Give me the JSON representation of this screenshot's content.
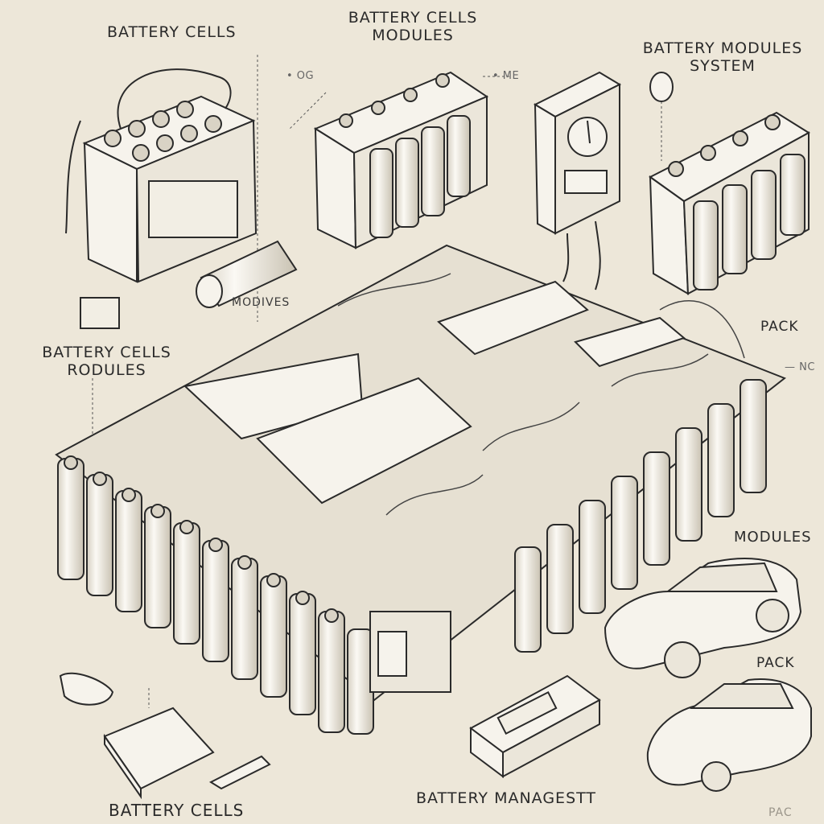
{
  "labels": {
    "top_left_cells": "BATTERY CELLS",
    "top_center_line1": "BATTERY CELLS",
    "top_center_line2": "MODULES",
    "top_right_line1": "BATTERY MODULES",
    "top_right_line2": "SYSTEM",
    "tag_left": "• OG",
    "tag_right": "• ME",
    "mid_modives": "MODIVES",
    "left_mid_line1": "BATTERY CELLS",
    "left_mid_line2": "RODULES",
    "right_pack_upper": "PACK",
    "right_pack_tag": "— NC",
    "right_modules": "MODULES",
    "right_pack_lower": "PACK",
    "bottom_left_cells": "BATTERY CELLS",
    "bottom_center_bms": "BATTERY MANAGESTT",
    "bottom_right_pac": "PAC"
  },
  "colors": {
    "background": "#ede7d9",
    "ink": "#2a2a2a",
    "fill": "#f6f3ec",
    "shade": "#d9d3c5"
  }
}
